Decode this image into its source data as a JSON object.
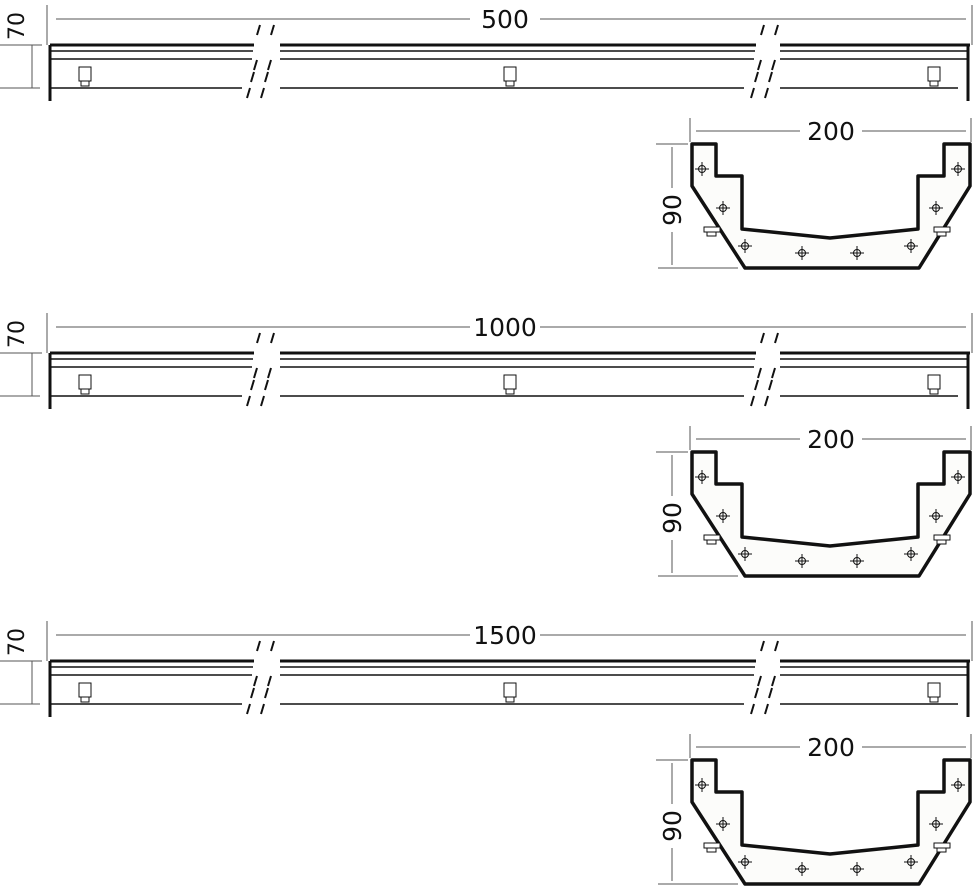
{
  "sections": [
    {
      "length_label": "500",
      "height_label": "70",
      "profile_width_label": "200",
      "profile_height_label": "90"
    },
    {
      "length_label": "1000",
      "height_label": "70",
      "profile_width_label": "200",
      "profile_height_label": "90"
    },
    {
      "length_label": "1500",
      "height_label": "70",
      "profile_width_label": "200",
      "profile_height_label": "90"
    }
  ],
  "colors": {
    "line": "#111111",
    "thin": "#555555",
    "fill": "#fcfcfa"
  }
}
